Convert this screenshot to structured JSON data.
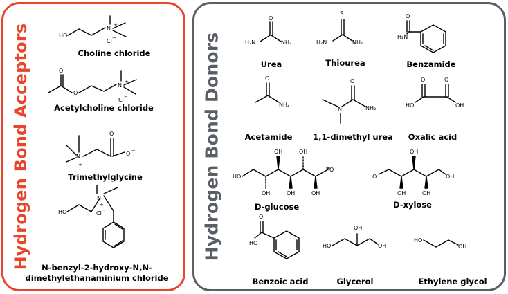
{
  "acceptors": {
    "title": "Hydrogen Bond Acceptors",
    "border_color": "#e8452c",
    "items": [
      {
        "name": "Choline chloride"
      },
      {
        "name": "Acetylcholine chloride"
      },
      {
        "name": "Trimethylglycine"
      },
      {
        "name": "N-benzyl-2-hydroxy-N,N-dimethylethanaminium chloride"
      }
    ]
  },
  "donors": {
    "title": "Hydrogen Bond Donors",
    "border_color": "#5a5f66",
    "items": [
      {
        "name": "Urea"
      },
      {
        "name": "Thiourea"
      },
      {
        "name": "Benzamide"
      },
      {
        "name": "Acetamide"
      },
      {
        "name": "1,1-dimethyl urea"
      },
      {
        "name": "Oxalic acid"
      },
      {
        "name": "D-glucose"
      },
      {
        "name": "D-xylose"
      },
      {
        "name": "Benzoic acid"
      },
      {
        "name": "Glycerol"
      },
      {
        "name": "Ethylene glycol"
      }
    ]
  },
  "atom_labels": {
    "HO": "HO",
    "OH": "OH",
    "O": "O",
    "S": "S",
    "N": "N",
    "NH2": "NH₂",
    "H2N": "H₂N",
    "Cl": "Cl",
    "plus": "+",
    "minus": "−"
  }
}
